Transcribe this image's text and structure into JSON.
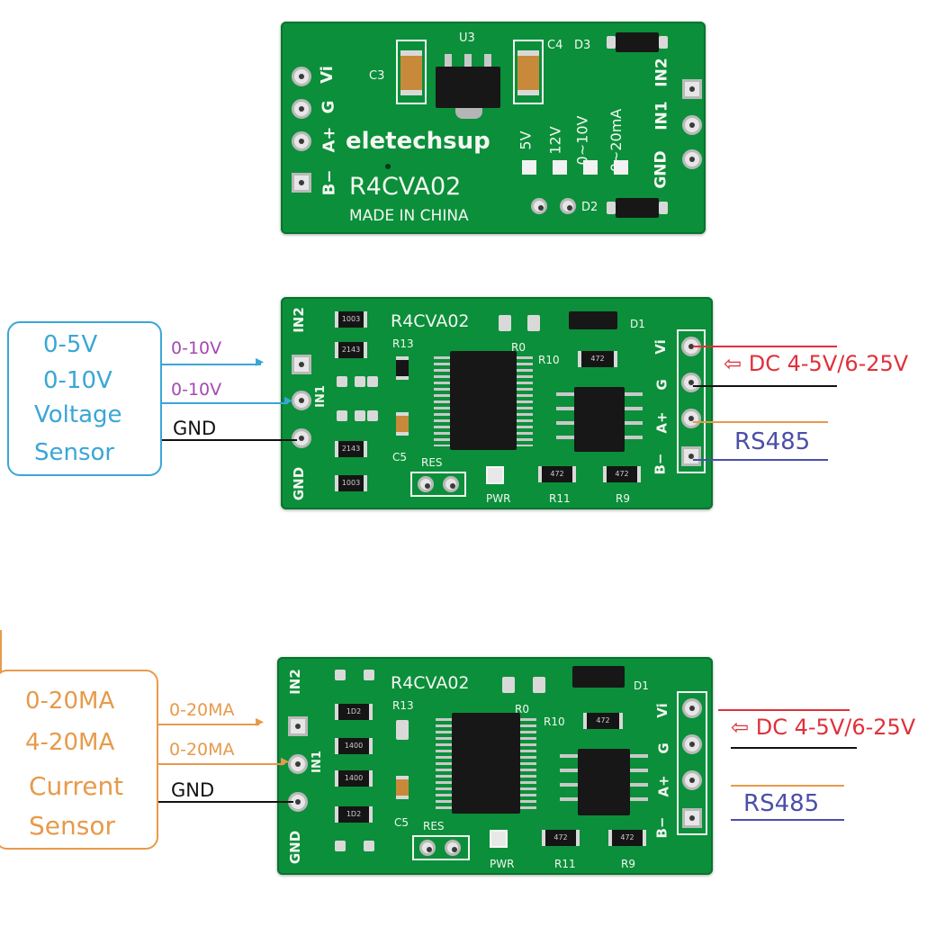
{
  "board_top": {
    "brand": "eletechsup",
    "model": "R4CVA02",
    "made_in": "MADE IN CHINA",
    "pins": [
      "Vi",
      "G",
      "A+",
      "B−"
    ],
    "ref_u3": "U3",
    "ref_c3": "C3",
    "ref_c4": "C4",
    "ref_d3": "D3",
    "ref_d2": "D2",
    "jumpers": [
      "5V",
      "12V",
      "0~10V",
      "0~20mA"
    ],
    "input_pins": [
      "IN2",
      "IN1",
      "GND"
    ]
  },
  "board_voltage": {
    "model": "R4CVA02",
    "refs": [
      "R13",
      "R0",
      "R10",
      "D1",
      "C5",
      "RES",
      "PWR",
      "R11",
      "R9"
    ],
    "left_pins": [
      "IN2",
      "IN1",
      "GND"
    ],
    "right_pins": [
      "Vi",
      "G",
      "A+",
      "B−"
    ],
    "resistor_codes": [
      "1003",
      "2143",
      "2143",
      "1003",
      "472",
      "472",
      "472"
    ],
    "sensor_box": [
      "0-5V",
      "0-10V",
      "Voltage",
      "Sensor"
    ],
    "wire_labels": [
      "0-10V",
      "0-10V",
      "GND"
    ],
    "power_label": "DC 4-5V/6-25V",
    "bus_label": "RS485",
    "colors": {
      "box": "#3aa6d6",
      "wire_signal": "#3aa6d6",
      "wire_text": "#a24bb0",
      "power": "#e0303a",
      "bus": "#4a4fa8",
      "a_plus": "#e79a4a"
    }
  },
  "board_current": {
    "model": "R4CVA02",
    "refs": [
      "R13",
      "R0",
      "R10",
      "D1",
      "C5",
      "RES",
      "PWR",
      "R11",
      "R9"
    ],
    "left_pins": [
      "IN2",
      "IN1",
      "GND"
    ],
    "right_pins": [
      "Vi",
      "G",
      "A+",
      "B−"
    ],
    "resistor_codes": [
      "1D2",
      "1400",
      "1400",
      "1D2",
      "472",
      "472",
      "472"
    ],
    "sensor_box": [
      "0-20MA",
      "4-20MA",
      "Current",
      "Sensor"
    ],
    "wire_labels": [
      "0-20MA",
      "0-20MA",
      "GND"
    ],
    "power_label": "DC 4-5V/6-25V",
    "bus_label": "RS485",
    "colors": {
      "box": "#e79a4a",
      "wire_signal": "#e79a4a",
      "wire_text": "#e79a4a",
      "power": "#e0303a",
      "bus": "#4a4fa8",
      "a_plus": "#e79a4a"
    }
  }
}
